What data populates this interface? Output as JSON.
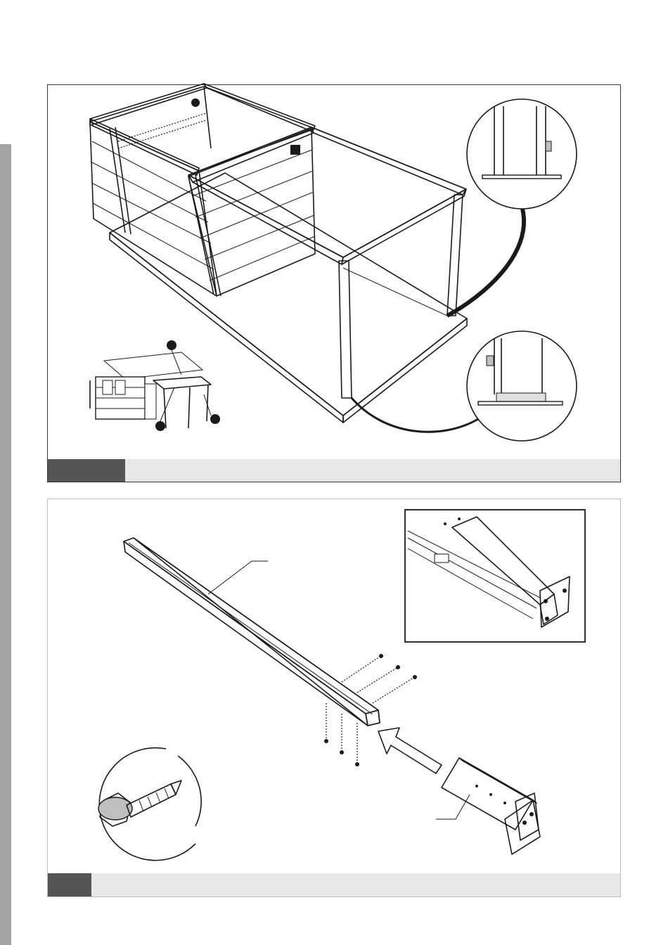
{
  "page": {
    "colors": {
      "ink": "#1a1a1a",
      "steel": "#bfbfbf",
      "side_strip": "#a4a4a4",
      "footer_bar": "#e7e7e7",
      "footer_tag": "#555555"
    },
    "step_1": {
      "footer": {
        "label": ""
      },
      "callouts": [
        "",
        "",
        ""
      ]
    },
    "step_2": {
      "footer": {
        "label": ""
      },
      "part_labels": [
        "",
        ""
      ]
    },
    "icons": [
      "shed-frame-illustration",
      "base-plate-detail-icon",
      "bolt-detail-icon",
      "mini-shed-overview-icon",
      "beam-illustration",
      "beam-end-detail-icon",
      "insert-arrow-icon",
      "bracket-illustration",
      "self-drilling-screw-icon"
    ]
  }
}
